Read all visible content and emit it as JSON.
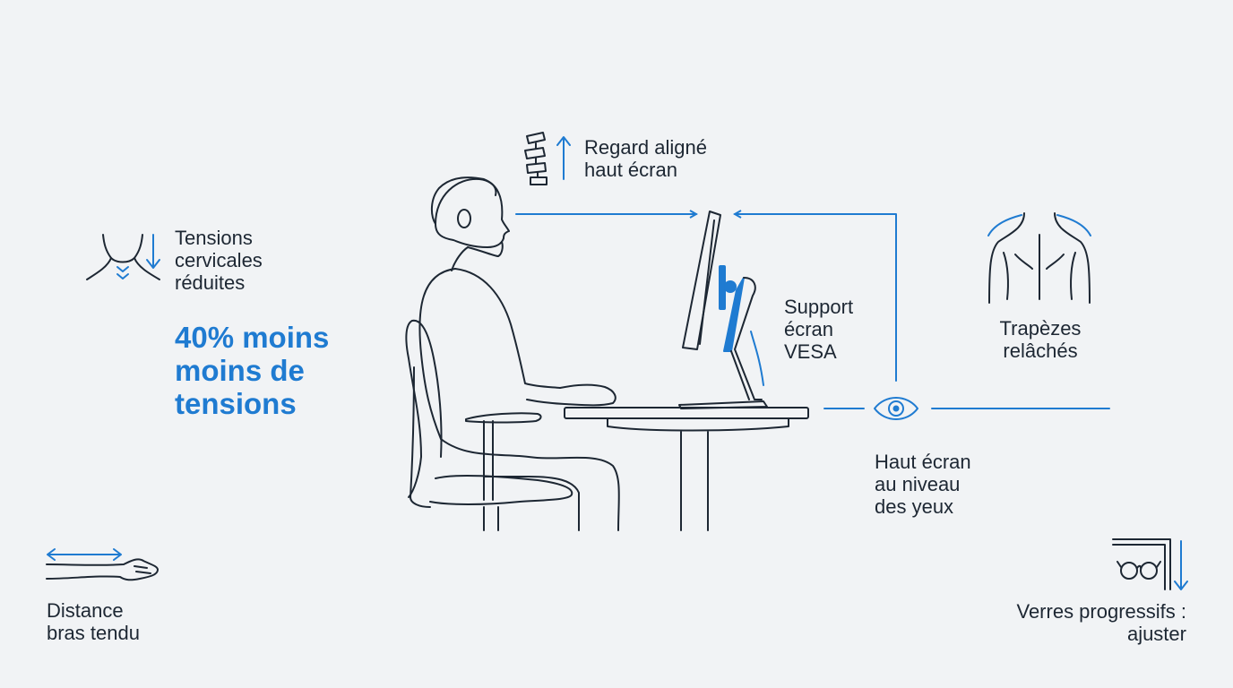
{
  "labels": {
    "gaze": [
      "Regard aligné",
      "haut écran"
    ],
    "neck": [
      "Tensions",
      "cervicales",
      "réduites"
    ],
    "stat": [
      "40% moins",
      "moins de",
      "tensions"
    ],
    "support": [
      "Support",
      "écran",
      "VESA"
    ],
    "trapezius": [
      "Trapèzes",
      "relâchés"
    ],
    "eye_level": [
      "Haut écran",
      "au niveau",
      "des yeux"
    ],
    "distance": [
      "Distance",
      "bras tendu"
    ],
    "glasses": [
      "Verres progressifs :",
      "ajuster"
    ]
  },
  "icons": [
    "spine-icon",
    "arrow-up-icon",
    "neck-icon",
    "arrow-down-icon",
    "back-muscles-icon",
    "eye-icon",
    "arm-icon",
    "double-arrow-icon",
    "glasses-icon",
    "screen-corner-icon"
  ],
  "colors": {
    "accent": "#1f7bd1",
    "ink": "#1d2733",
    "background": "#f1f3f5"
  }
}
